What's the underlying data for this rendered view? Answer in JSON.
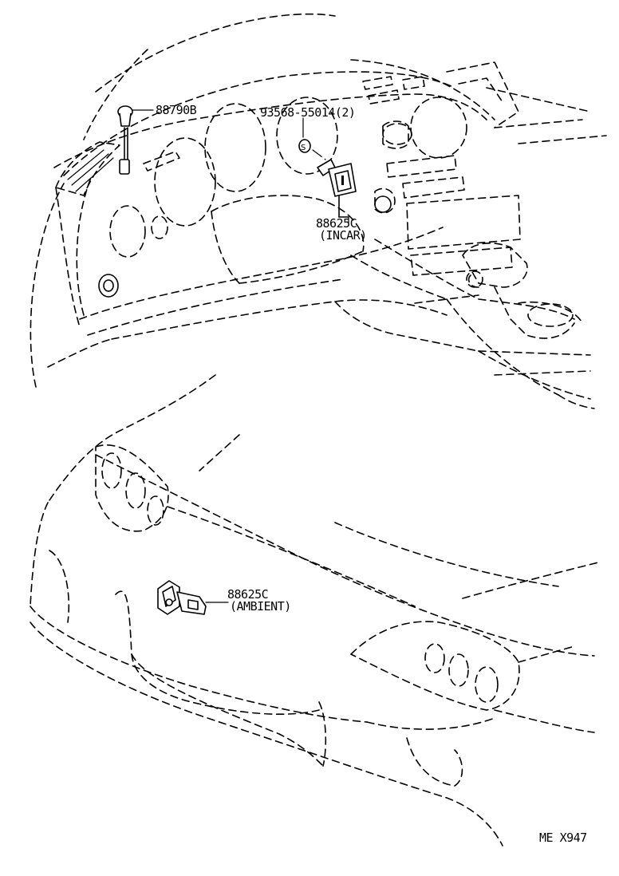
{
  "callouts": {
    "part_88790b": "88790B",
    "part_93568": "93568-55014(2)",
    "part_88625c_incar": "88625C",
    "incar_note": "(INCAR)",
    "part_88625c_ambient": "88625C",
    "ambient_note": "(AMBIENT)"
  },
  "footer": {
    "code": "ME X947"
  }
}
